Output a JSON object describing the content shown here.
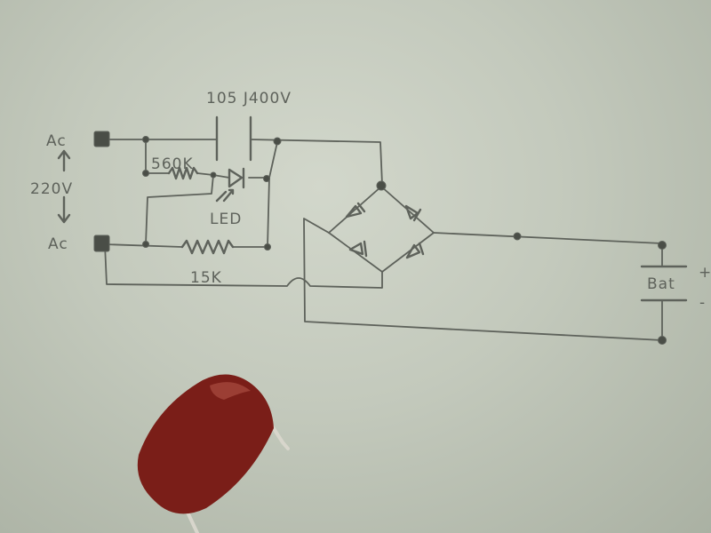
{
  "labels": {
    "capacitor_rating": "105 J400V",
    "ac_top": "Ac",
    "ac_bottom": "Ac",
    "ac_voltage": "220V",
    "resistor_top": "560K",
    "led": "LED",
    "resistor_bottom": "15K",
    "battery": "Bat",
    "battery_plus": "+",
    "battery_minus": "-"
  },
  "colors": {
    "paper": "#c8cec0",
    "pencil": "#5e625b",
    "terminal": "#4a4e47",
    "capacitor_body": "#7a1e18"
  }
}
